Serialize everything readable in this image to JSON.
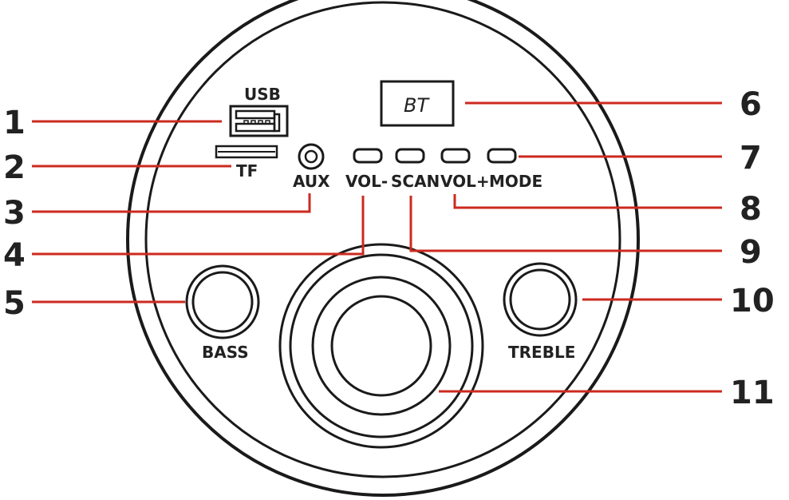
{
  "labels": {
    "usb": "USB",
    "tf": "TF",
    "aux": "AUX",
    "vol_minus": "VOL-",
    "scan": "SCAN",
    "vol_plus": "VOL+",
    "mode": "MODE",
    "bass": "BASS",
    "treble": "TREBLE",
    "display": "BT"
  },
  "callouts": [
    "1",
    "2",
    "3",
    "4",
    "5",
    "6",
    "7",
    "8",
    "9",
    "10",
    "11"
  ],
  "colors": {
    "leader_line": "#cc2a1f",
    "outline": "#1a1a1a"
  }
}
